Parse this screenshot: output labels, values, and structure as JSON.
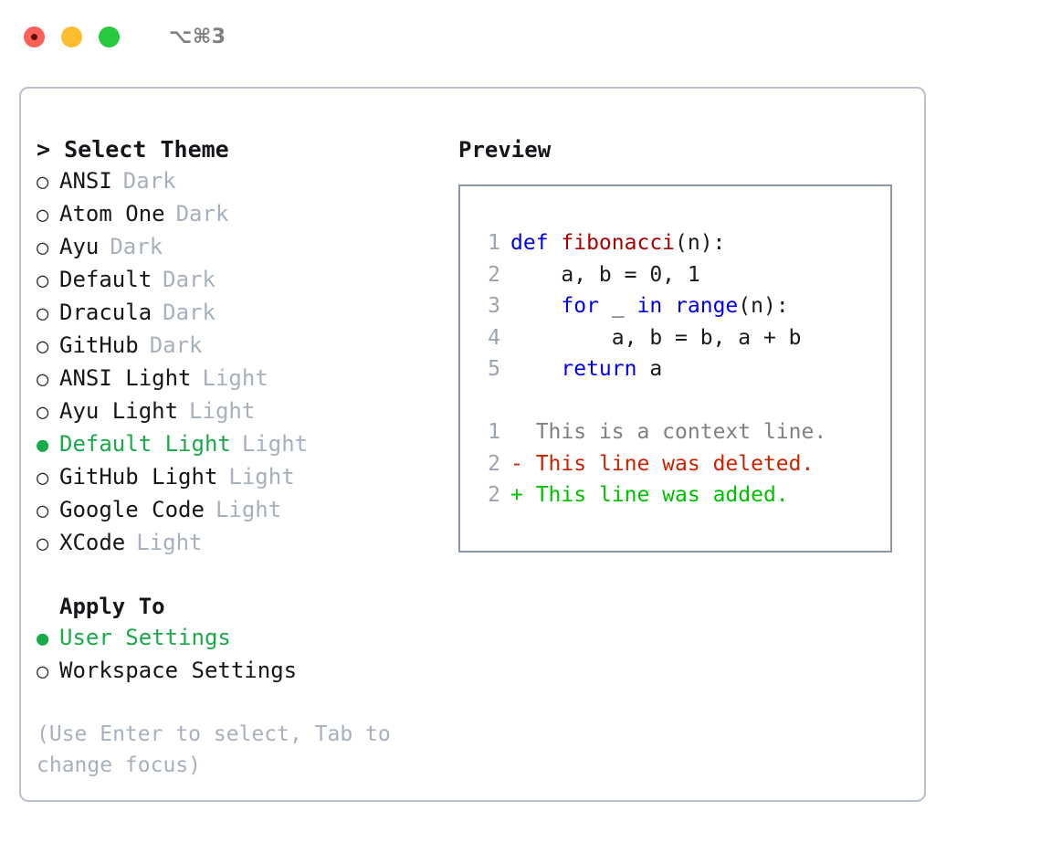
{
  "window": {
    "title": "⌥⌘3",
    "traffic_lights": [
      {
        "name": "close",
        "color": "#fb5f57"
      },
      {
        "name": "minimize",
        "color": "#fcbd2e"
      },
      {
        "name": "zoom",
        "color": "#27c93f"
      }
    ]
  },
  "theme_picker": {
    "header": "> Select Theme",
    "selected_color": "#18ab49",
    "bullet_selected": "●",
    "bullet_unselected": "○",
    "items": [
      {
        "label": "ANSI",
        "suffix": "Dark",
        "selected": false
      },
      {
        "label": "Atom One",
        "suffix": "Dark",
        "selected": false
      },
      {
        "label": "Ayu",
        "suffix": "Dark",
        "selected": false
      },
      {
        "label": "Default",
        "suffix": "Dark",
        "selected": false
      },
      {
        "label": "Dracula",
        "suffix": "Dark",
        "selected": false
      },
      {
        "label": "GitHub",
        "suffix": "Dark",
        "selected": false
      },
      {
        "label": "ANSI Light",
        "suffix": "Light",
        "selected": false
      },
      {
        "label": "Ayu Light",
        "suffix": "Light",
        "selected": false
      },
      {
        "label": "Default Light",
        "suffix": "Light",
        "selected": true
      },
      {
        "label": "GitHub Light",
        "suffix": "Light",
        "selected": false
      },
      {
        "label": "Google Code",
        "suffix": "Light",
        "selected": false
      },
      {
        "label": "XCode",
        "suffix": "Light",
        "selected": false
      }
    ]
  },
  "apply_to": {
    "header": "Apply To",
    "items": [
      {
        "label": "User Settings",
        "selected": true
      },
      {
        "label": "Workspace Settings",
        "selected": false
      }
    ]
  },
  "hint": "(Use Enter to select, Tab to change focus)",
  "preview": {
    "title": "Preview",
    "code_lines": [
      {
        "no": "1",
        "tokens": [
          {
            "t": "def ",
            "c": "kw"
          },
          {
            "t": "fibonacci",
            "c": "fn"
          },
          {
            "t": "(n):",
            "c": "code-txt"
          }
        ]
      },
      {
        "no": "2",
        "tokens": [
          {
            "t": "    a, b = 0, 1",
            "c": "code-txt"
          }
        ]
      },
      {
        "no": "3",
        "tokens": [
          {
            "t": "    ",
            "c": "code-txt"
          },
          {
            "t": "for",
            "c": "kw"
          },
          {
            "t": " _ ",
            "c": "code-txt"
          },
          {
            "t": "in",
            "c": "kw"
          },
          {
            "t": " ",
            "c": "code-txt"
          },
          {
            "t": "range",
            "c": "kw"
          },
          {
            "t": "(n):",
            "c": "code-txt"
          }
        ]
      },
      {
        "no": "4",
        "tokens": [
          {
            "t": "        a, b = b, a + b",
            "c": "code-txt"
          }
        ]
      },
      {
        "no": "5",
        "tokens": [
          {
            "t": "    ",
            "c": "code-txt"
          },
          {
            "t": "return",
            "c": "kw"
          },
          {
            "t": " a",
            "c": "code-txt"
          }
        ]
      }
    ],
    "diff_lines": [
      {
        "no": "1",
        "marker": " ",
        "text": " This is a context line.",
        "kind": "ctx"
      },
      {
        "no": "2",
        "marker": "-",
        "text": " This line was deleted.",
        "kind": "del"
      },
      {
        "no": "2",
        "marker": "+",
        "text": " This line was added.",
        "kind": "add"
      }
    ],
    "colors": {
      "keyword": "#0000ee",
      "function": "#aa0000",
      "lineno": "#9aa3b0",
      "context": "#808080",
      "deleted": "#cc2200",
      "added": "#00c000",
      "border": "#8b96a8"
    }
  }
}
